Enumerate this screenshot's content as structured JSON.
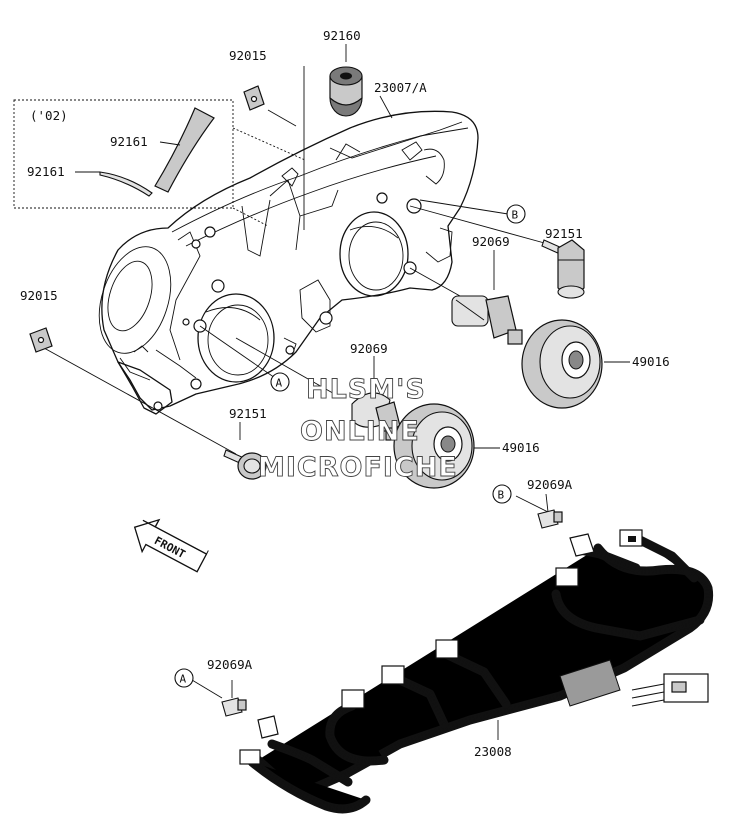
{
  "labels": {
    "p92160": "92160",
    "p92015_top": "92015",
    "p23007a": "23007/A",
    "year_note": "('02)",
    "p92161_a": "92161",
    "p92161_b": "92161",
    "p92151_right": "92151",
    "p92069_right": "92069",
    "p92015_left": "92015",
    "p49016_right": "49016",
    "p92069_mid": "92069",
    "p92151_left": "92151",
    "p49016_mid": "49016",
    "p92069a_right": "92069A",
    "p92069a_left": "92069A",
    "p23008": "23008"
  },
  "refs": {
    "a_upper": "A",
    "b_upper": "B",
    "b_lower": "B",
    "a_lower": "A"
  },
  "front_label": "FRONT",
  "watermark": {
    "line1": "HLSM'S",
    "line2": "ONLINE",
    "line3": "MICROFICHE"
  }
}
